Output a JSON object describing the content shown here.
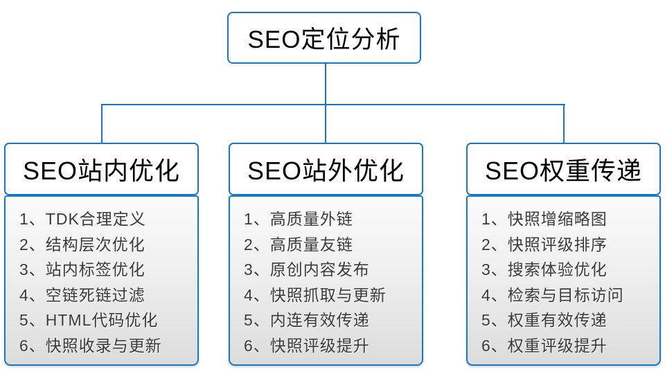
{
  "colors": {
    "accent": "#1778c8",
    "node_text": "#000000",
    "item_text": "#3a3a3a",
    "panel_gradient_top": "#fbfbfb",
    "panel_gradient_bottom": "#dcdcdc"
  },
  "root": {
    "title": "SEO定位分析"
  },
  "branches": [
    {
      "title": "SEO站内优化",
      "items": [
        "1、TDK合理定义",
        "2、结构层次优化",
        "3、站内标签优化",
        "4、空链死链过滤",
        "5、HTML代码优化",
        "6、快照收录与更新"
      ]
    },
    {
      "title": "SEO站外优化",
      "items": [
        "1、高质量外链",
        "2、高质量友链",
        "3、原创内容发布",
        "4、快照抓取与更新",
        "5、内连有效传递",
        "6、快照评级提升"
      ]
    },
    {
      "title": "SEO权重传递",
      "items": [
        "1、快照增缩略图",
        "2、快照评级排序",
        "3、搜索体验优化",
        "4、检索与目标访问",
        "5、权重有效传递",
        "6、权重评级提升"
      ]
    }
  ]
}
